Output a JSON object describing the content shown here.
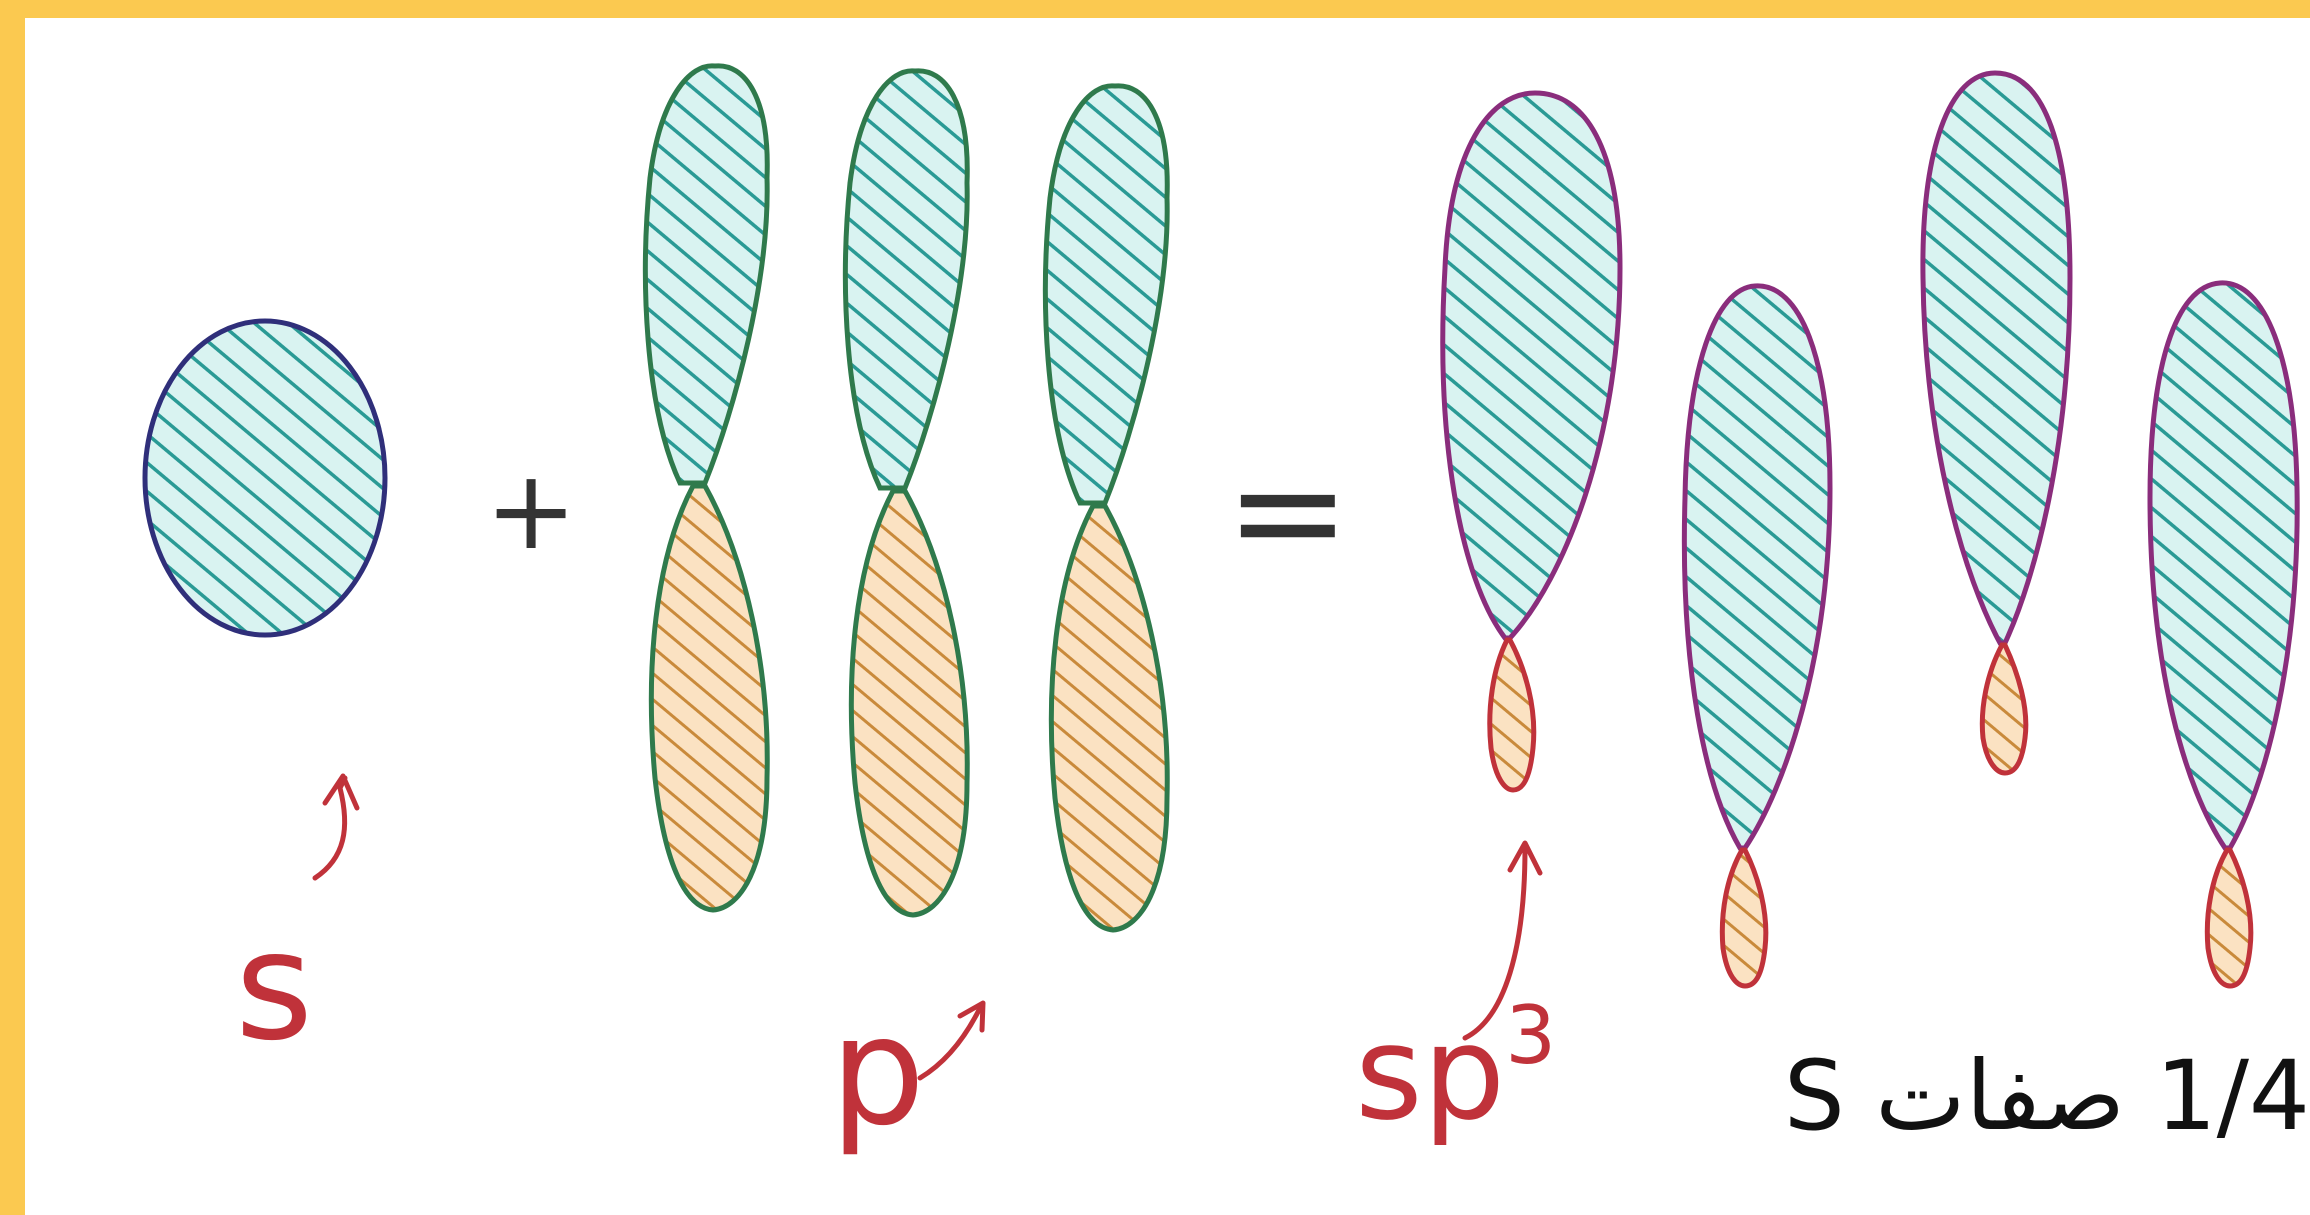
{
  "labels": {
    "s": "s",
    "p": "p",
    "sp3_base": "sp",
    "sp3_sup": "3",
    "plus": "+",
    "equals": "="
  },
  "caption": "1/4 صفات S",
  "colors": {
    "background": "#FBC950",
    "hatch_blue": "#2a9a95",
    "fill_blue": "#d9f3f1",
    "hatch_orange": "#c98a3b",
    "fill_orange": "#fbe2c2",
    "outline_s": "#2f2f7a",
    "outline_p": "#2f7a4c",
    "outline_sp3": "#8a2d7c",
    "outline_small_lobe": "#c0323a",
    "label_red": "#c0323a"
  }
}
